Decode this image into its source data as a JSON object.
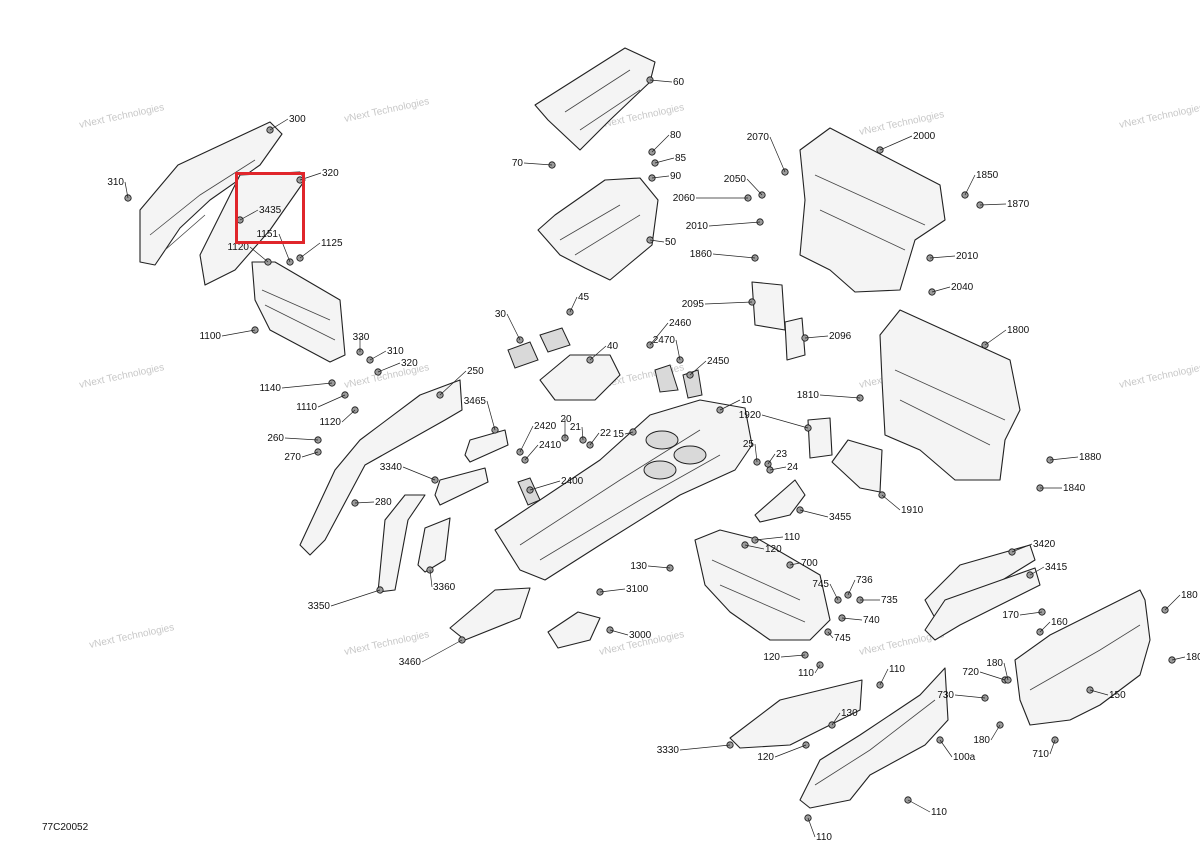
{
  "diagram": {
    "figure_code": "77C20052",
    "watermark_text": "vNext Technologies",
    "highlight_color": "#e0262b",
    "highlighted_callouts": [
      "3435",
      "1151"
    ],
    "callouts": [
      {
        "label": "300"
      },
      {
        "label": "310"
      },
      {
        "label": "320"
      },
      {
        "label": "3435"
      },
      {
        "label": "1151"
      },
      {
        "label": "1125"
      },
      {
        "label": "1120"
      },
      {
        "label": "1100"
      },
      {
        "label": "330"
      },
      {
        "label": "310"
      },
      {
        "label": "320"
      },
      {
        "label": "1140"
      },
      {
        "label": "1110"
      },
      {
        "label": "1120"
      },
      {
        "label": "250"
      },
      {
        "label": "260"
      },
      {
        "label": "270"
      },
      {
        "label": "280"
      },
      {
        "label": "3465"
      },
      {
        "label": "3340"
      },
      {
        "label": "3350"
      },
      {
        "label": "3360"
      },
      {
        "label": "3460"
      },
      {
        "label": "60"
      },
      {
        "label": "70"
      },
      {
        "label": "80"
      },
      {
        "label": "85"
      },
      {
        "label": "90"
      },
      {
        "label": "50"
      },
      {
        "label": "45"
      },
      {
        "label": "30"
      },
      {
        "label": "40"
      },
      {
        "label": "2460"
      },
      {
        "label": "2470"
      },
      {
        "label": "2450"
      },
      {
        "label": "20"
      },
      {
        "label": "21"
      },
      {
        "label": "22"
      },
      {
        "label": "15"
      },
      {
        "label": "2420"
      },
      {
        "label": "2410"
      },
      {
        "label": "2400"
      },
      {
        "label": "10"
      },
      {
        "label": "25"
      },
      {
        "label": "23"
      },
      {
        "label": "24"
      },
      {
        "label": "110"
      },
      {
        "label": "120"
      },
      {
        "label": "130"
      },
      {
        "label": "700"
      },
      {
        "label": "3100"
      },
      {
        "label": "3000"
      },
      {
        "label": "745"
      },
      {
        "label": "736"
      },
      {
        "label": "735"
      },
      {
        "label": "740"
      },
      {
        "label": "745"
      },
      {
        "label": "120"
      },
      {
        "label": "110"
      },
      {
        "label": "2070"
      },
      {
        "label": "2000"
      },
      {
        "label": "2050"
      },
      {
        "label": "2060"
      },
      {
        "label": "2010"
      },
      {
        "label": "1850"
      },
      {
        "label": "1870"
      },
      {
        "label": "1860"
      },
      {
        "label": "2010"
      },
      {
        "label": "2040"
      },
      {
        "label": "2095"
      },
      {
        "label": "2096"
      },
      {
        "label": "1800"
      },
      {
        "label": "1810"
      },
      {
        "label": "1920"
      },
      {
        "label": "1880"
      },
      {
        "label": "1840"
      },
      {
        "label": "1910"
      },
      {
        "label": "3455"
      },
      {
        "label": "3420"
      },
      {
        "label": "3415"
      },
      {
        "label": "170"
      },
      {
        "label": "160"
      },
      {
        "label": "180"
      },
      {
        "label": "180"
      },
      {
        "label": "720"
      },
      {
        "label": "180"
      },
      {
        "label": "730"
      },
      {
        "label": "180"
      },
      {
        "label": "150"
      },
      {
        "label": "710"
      },
      {
        "label": "110"
      },
      {
        "label": "130"
      },
      {
        "label": "3330"
      },
      {
        "label": "120"
      },
      {
        "label": "100a"
      },
      {
        "label": "110"
      },
      {
        "label": "110"
      }
    ]
  }
}
